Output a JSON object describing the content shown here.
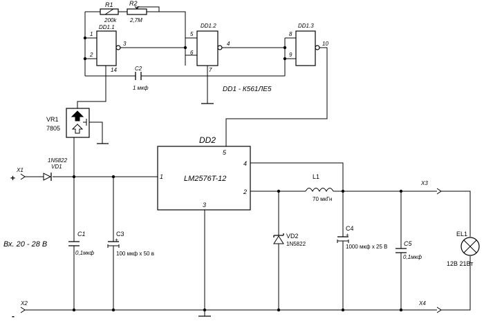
{
  "labels": {
    "r1_name": "R1",
    "r1_val": "200k",
    "r2_name": "R2",
    "r2_val": "2,7M",
    "dd11": "DD1.1",
    "dd12": "DD1.2",
    "dd13": "DD1.3",
    "pin1": "1",
    "pin2": "2",
    "pin3": "3",
    "pin14": "14",
    "pin5": "5",
    "pin6": "6",
    "pin4": "4",
    "pin7": "7",
    "pin8": "8",
    "pin9": "9",
    "pin10": "10",
    "c2_name": "C2",
    "c2_val": "1 мкф",
    "dd1_type": "DD1 - К561ЛЕ5",
    "vr1_name": "VR1",
    "vr1_val": "7805",
    "vd1_type": "1N5822",
    "vd1_name": "VD1",
    "x1": "X1",
    "plus": "+",
    "x2": "X2",
    "minus": "-",
    "x3": "X3",
    "x4": "X4",
    "dd2": "DD2",
    "dd2_type": "LM2576T-12",
    "dd2_pin1": "1",
    "dd2_pin2": "2",
    "dd2_pin3": "3",
    "dd2_pin4": "4",
    "dd2_pin5": "5",
    "c1_name": "C1",
    "c1_val": "0,1мкф",
    "c3_name": "C3",
    "c3_plus": "+",
    "c3_val": "100 мкф х 50 в",
    "vd2_name": "VD2",
    "vd2_val": "1N5822",
    "l1_name": "L1",
    "l1_val": "70 мкГн",
    "c4_name": "C4",
    "c4_plus": "+",
    "c4_val": "1000 мкф х 25 В",
    "c5_name": "C5",
    "c5_val": "0,1мкф",
    "el1_name": "EL1",
    "el1_val": "12В 21Вт",
    "input_range": "Вх. 20  - 28 В"
  }
}
